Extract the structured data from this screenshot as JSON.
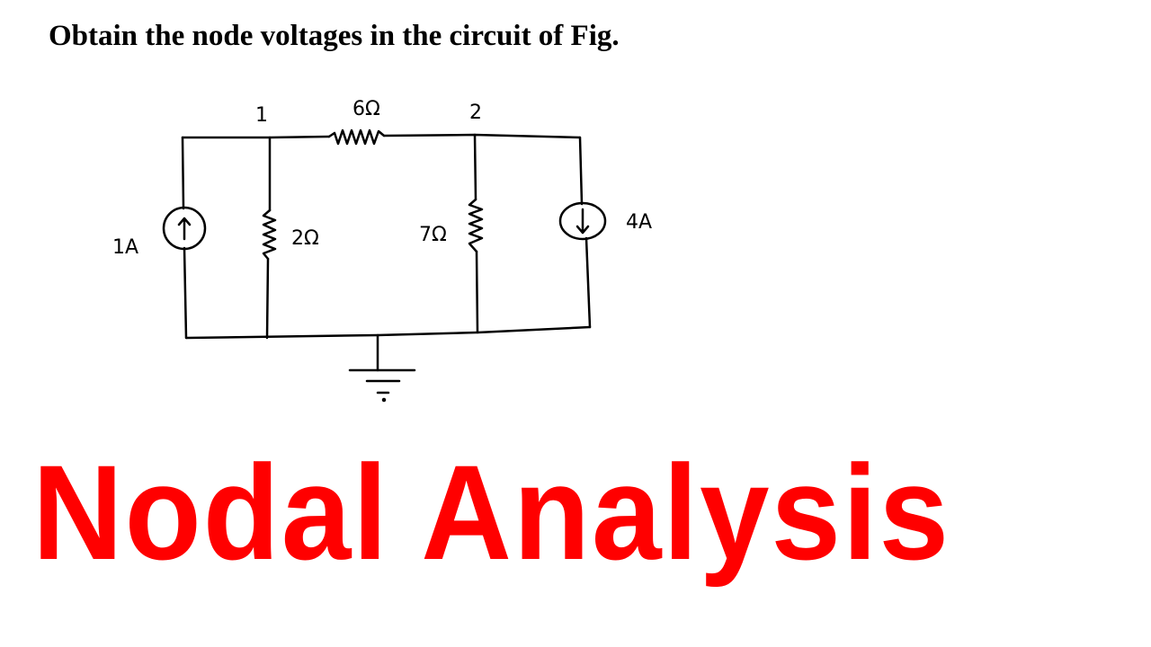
{
  "question": "Obtain the node voltages in the circuit of Fig.",
  "circuit": {
    "nodes": [
      "1",
      "2"
    ],
    "sources": [
      {
        "label": "1A",
        "direction": "up"
      },
      {
        "label": "4A",
        "direction": "down"
      }
    ],
    "resistors": [
      {
        "label": "6Ω"
      },
      {
        "label": "2Ω"
      },
      {
        "label": "7Ω"
      }
    ],
    "ground": "ground"
  },
  "title": "Nodal Analysis",
  "colors": {
    "title": "#ff0000",
    "text": "#000000"
  }
}
